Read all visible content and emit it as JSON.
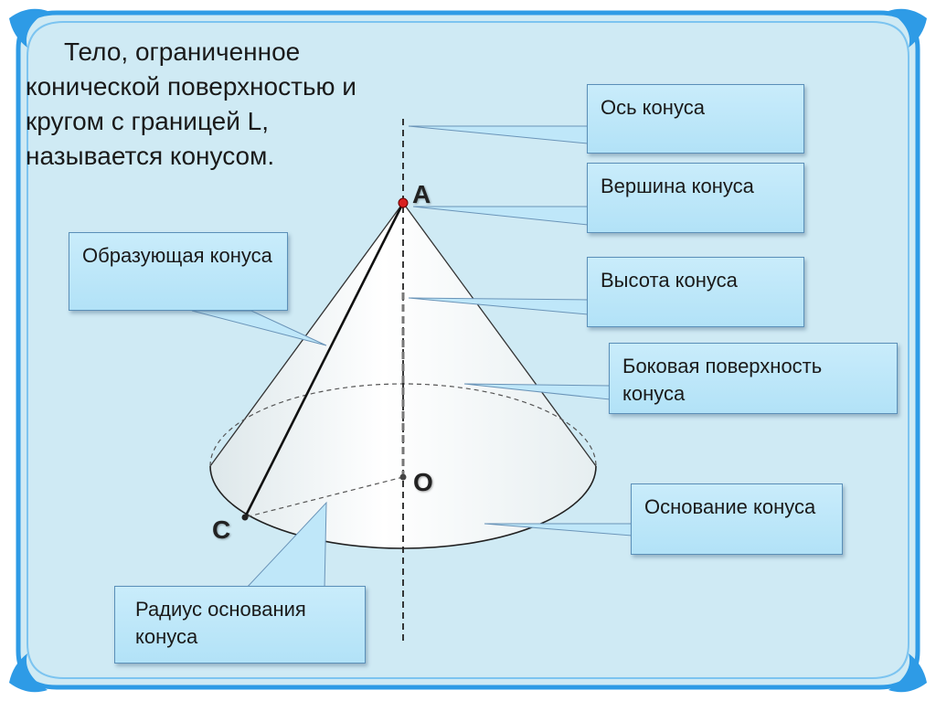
{
  "definition": "Тело, ограниченное конической поверхностью и кругом с границей L, называется конусом.",
  "callouts": {
    "axis": "Ось конуса",
    "apex": "Вершина конуса",
    "height": "Высота конуса",
    "lateral_surface": "Боковая поверхность конуса",
    "base": "Основание конуса",
    "radius": "Радиус основания конуса",
    "generatrix": "Образующая конуса"
  },
  "points": {
    "apex": "A",
    "center": "O",
    "base_point": "C"
  },
  "colors": {
    "frame_border": "#2e9be6",
    "frame_fill": "#cfeaf4",
    "callout_fill": "#bfe7f9",
    "callout_border": "#5a8fb8",
    "point_red": "#d82020"
  }
}
